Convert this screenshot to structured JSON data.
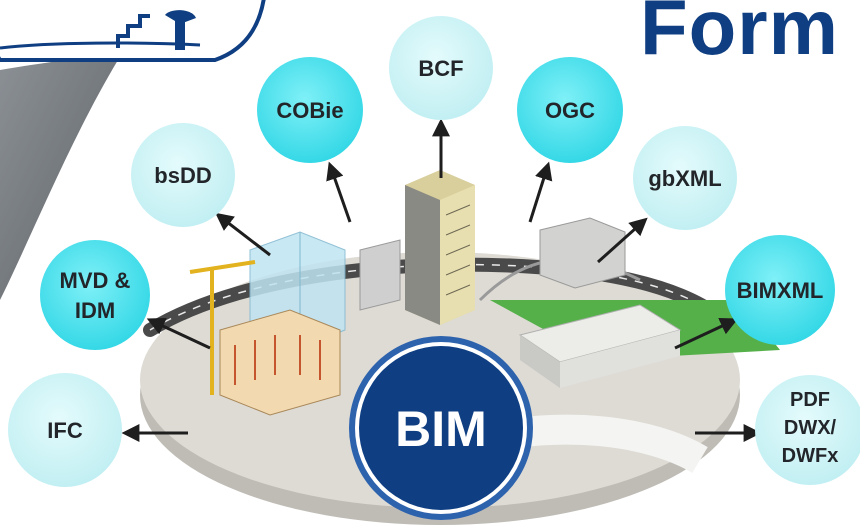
{
  "title": "Form",
  "center": {
    "label": "BIM"
  },
  "formats": [
    {
      "id": "bcf",
      "lines": [
        "BCF"
      ]
    },
    {
      "id": "cobie",
      "lines": [
        "COBie"
      ]
    },
    {
      "id": "ogc",
      "lines": [
        "OGC"
      ]
    },
    {
      "id": "bsdd",
      "lines": [
        "bsDD"
      ]
    },
    {
      "id": "gbxml",
      "lines": [
        "gbXML"
      ]
    },
    {
      "id": "mvd-idm",
      "lines": [
        "MVD &",
        "IDM"
      ]
    },
    {
      "id": "bimxml",
      "lines": [
        "BIMXML"
      ]
    },
    {
      "id": "ifc",
      "lines": [
        "IFC"
      ]
    },
    {
      "id": "pdf-dwx-dwfx",
      "lines": [
        "PDF",
        "DWX/",
        "DWFx"
      ]
    }
  ],
  "colors": {
    "title": "#0f3f82",
    "bubble_light": "#c8f1f4",
    "bubble_strong": "#35dcea",
    "center_fill": "#0f3f82",
    "center_ring": "#2d62ad",
    "arrow": "#1e1e1e",
    "grass": "#55b04a",
    "base": "#d9d6cf"
  }
}
